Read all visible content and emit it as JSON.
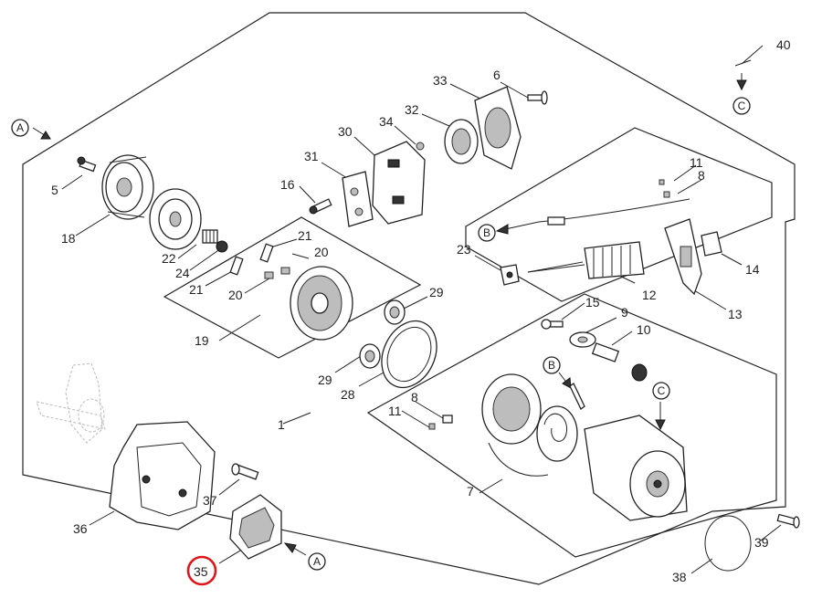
{
  "diagram": {
    "part_labels": {
      "p1": "1",
      "p5": "5",
      "p6": "6",
      "p7": "7",
      "p8a": "8",
      "p8b": "8",
      "p9": "9",
      "p10": "10",
      "p11a": "11",
      "p11b": "11",
      "p12": "12",
      "p13": "13",
      "p14": "14",
      "p15": "15",
      "p16": "16",
      "p18": "18",
      "p19": "19",
      "p20a": "20",
      "p20b": "20",
      "p21a": "21",
      "p21b": "21",
      "p22": "22",
      "p23": "23",
      "p24": "24",
      "p28": "28",
      "p29a": "29",
      "p29b": "29",
      "p30": "30",
      "p31": "31",
      "p32": "32",
      "p33": "33",
      "p34": "34",
      "p35": "35",
      "p36": "36",
      "p37": "37",
      "p38": "38",
      "p39": "39",
      "p40": "40"
    },
    "callouts": {
      "a1": "A",
      "a2": "A",
      "b1": "B",
      "b2": "B",
      "c1": "C",
      "c2": "C"
    },
    "highlighted_part": "35",
    "highlight_color": "#e0161b"
  }
}
